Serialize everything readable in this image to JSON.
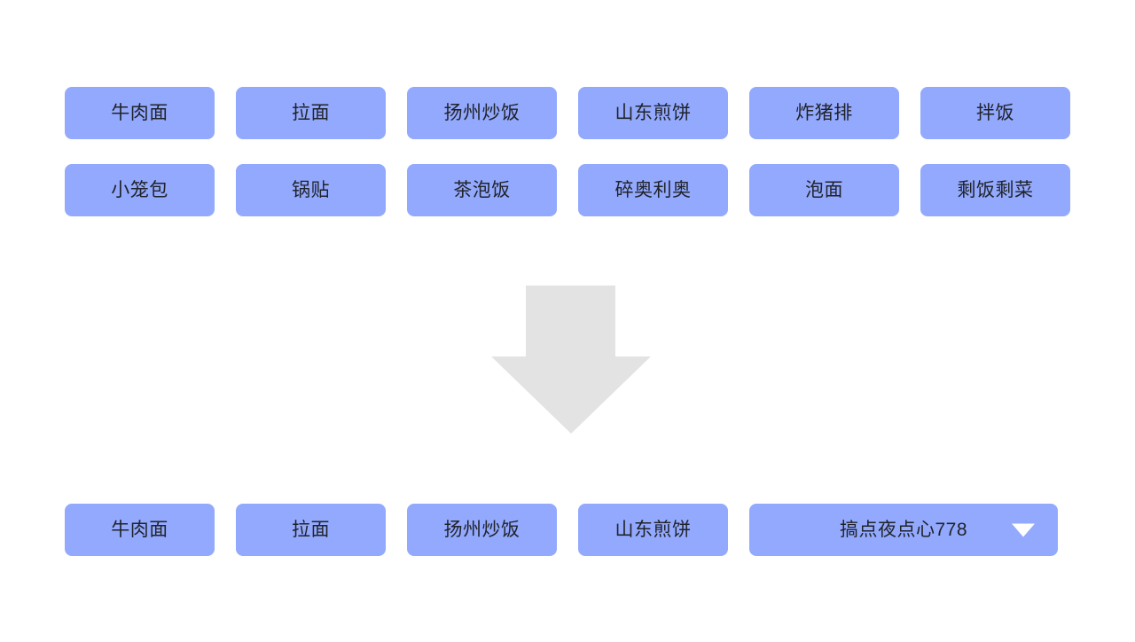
{
  "background_color": "#ffffff",
  "theme": {
    "chip_color": "#93a9fd",
    "chip_text_color": "#20232b",
    "arrow_color": "#e3e3e3",
    "caret_color": "#ffffff"
  },
  "source_panel": {
    "rows": [
      {
        "items": [
          {
            "label": "牛肉面"
          },
          {
            "label": "拉面"
          },
          {
            "label": "扬州炒饭"
          },
          {
            "label": "山东煎饼"
          },
          {
            "label": "炸猪排"
          },
          {
            "label": "拌饭"
          }
        ]
      },
      {
        "items": [
          {
            "label": "小笼包"
          },
          {
            "label": "锅贴"
          },
          {
            "label": "茶泡饭"
          },
          {
            "label": "碎奥利奥"
          },
          {
            "label": "泡面"
          },
          {
            "label": "剩饭剩菜"
          }
        ]
      }
    ]
  },
  "arrow": {
    "icon": "arrow-down-icon",
    "direction": "down"
  },
  "result_panel": {
    "items": [
      {
        "label": "牛肉面"
      },
      {
        "label": "拉面"
      },
      {
        "label": "扬州炒饭"
      },
      {
        "label": "山东煎饼"
      }
    ],
    "dropdown": {
      "label": "搞点夜点心778",
      "caret_icon": "chevron-down-icon"
    }
  }
}
